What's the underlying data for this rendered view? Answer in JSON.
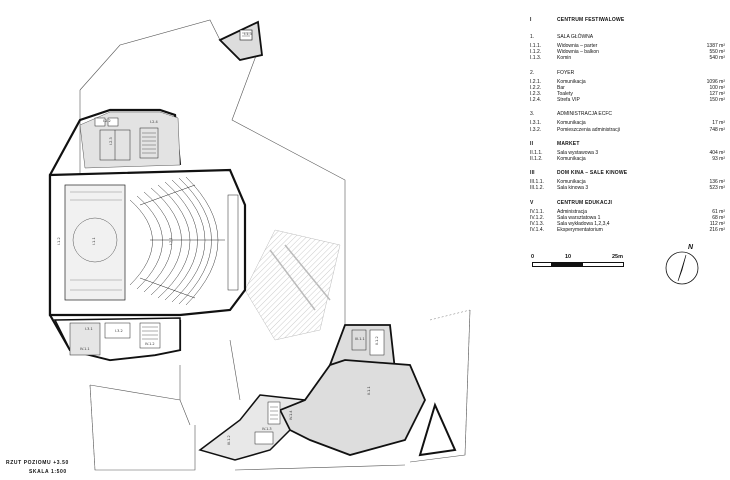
{
  "legend": {
    "sections": [
      {
        "code": "I",
        "title": "CENTRUM FESTIWALOWE",
        "bold": true,
        "rows": []
      },
      {
        "code": "1.",
        "title": "SALA GŁÓWNA",
        "bold": false,
        "rows": [
          {
            "code": "I.1.1.",
            "label": "Widownia – parter",
            "area": "1387 m²"
          },
          {
            "code": "I.1.2.",
            "label": "Widownia – balkon",
            "area": "550 m²"
          },
          {
            "code": "I.1.3.",
            "label": "Komin",
            "area": "540 m²"
          }
        ]
      },
      {
        "code": "2.",
        "title": "FOYER",
        "bold": false,
        "rows": [
          {
            "code": "I.2.1.",
            "label": "Komunikacja",
            "area": "1096 m²"
          },
          {
            "code": "I.2.2.",
            "label": "Bar",
            "area": "100 m²"
          },
          {
            "code": "I.2.3.",
            "label": "Toalety",
            "area": "127 m²"
          },
          {
            "code": "I.2.4.",
            "label": "Strefa VIP",
            "area": "150 m²"
          }
        ]
      },
      {
        "code": "3.",
        "title": "ADMINISTRACJA ECFC",
        "bold": false,
        "rows": [
          {
            "code": "I.3.1.",
            "label": "Komunikacja",
            "area": "17 m²"
          },
          {
            "code": "I.3.2.",
            "label": "Pomieszczenia administracji",
            "area": "748 m²"
          }
        ]
      },
      {
        "code": "II",
        "title": "MARKET",
        "bold": true,
        "rows": [
          {
            "code": "II.1.1.",
            "label": "Sala wystawowa 3",
            "area": "404 m²"
          },
          {
            "code": "II.1.2.",
            "label": "Komunikacja",
            "area": "93 m²"
          }
        ]
      },
      {
        "code": "III",
        "title": "DOM KINA – SALE KINOWE",
        "bold": true,
        "rows": [
          {
            "code": "III.1.1.",
            "label": "Komunikacja",
            "area": "136 m²"
          },
          {
            "code": "III.1.2.",
            "label": "Sala kinowa 3",
            "area": "523 m²"
          }
        ]
      },
      {
        "code": "V",
        "title": "CENTRUM EDUKACJI",
        "bold": true,
        "rows": [
          {
            "code": "IV.1.1.",
            "label": "Administracja",
            "area": "61 m²"
          },
          {
            "code": "IV.1.2.",
            "label": "Sala warsztatowa 1",
            "area": "68 m²"
          },
          {
            "code": "IV.1.3.",
            "label": "Sala wykładowa 1,2,3,4",
            "area": "112 m²"
          },
          {
            "code": "IV.1.4.",
            "label": "Eksperymentatorium",
            "area": "216 m²"
          }
        ]
      }
    ]
  },
  "scale_bar": {
    "ticks": [
      "0",
      "10",
      "25m"
    ]
  },
  "compass": {
    "label": "N"
  },
  "caption": {
    "line1": "RZUT POZIOMU +3.50",
    "line2": "SKALA 1:500"
  },
  "room_labels": [
    "I.1.2",
    "I.1.1",
    "I.2.1",
    "I.2.2",
    "I.2.3",
    "I.2.4",
    "I.3.1",
    "I.3.2",
    "II.1.1",
    "II.1.2",
    "III.1.1",
    "III.1.2",
    "IV.1.1",
    "IV.1.2",
    "IV.1.3",
    "IV.1.4",
    "I.1.3"
  ]
}
